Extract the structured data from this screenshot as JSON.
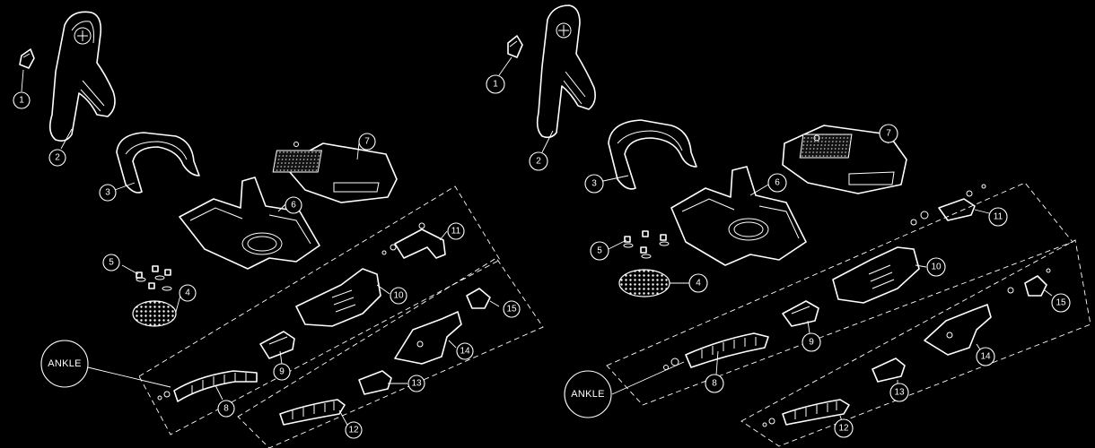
{
  "diagrams": [
    {
      "id": "left",
      "callouts": [
        "1",
        "2",
        "3",
        "4",
        "5",
        "6",
        "7",
        "8",
        "9",
        "10",
        "11",
        "12",
        "13",
        "14",
        "15"
      ],
      "ankle_label": "ANKLE"
    },
    {
      "id": "right",
      "callouts": [
        "1",
        "2",
        "3",
        "4",
        "5",
        "6",
        "7",
        "8",
        "9",
        "10",
        "11",
        "12",
        "13",
        "14",
        "15"
      ],
      "ankle_label": "ANKLE"
    }
  ]
}
